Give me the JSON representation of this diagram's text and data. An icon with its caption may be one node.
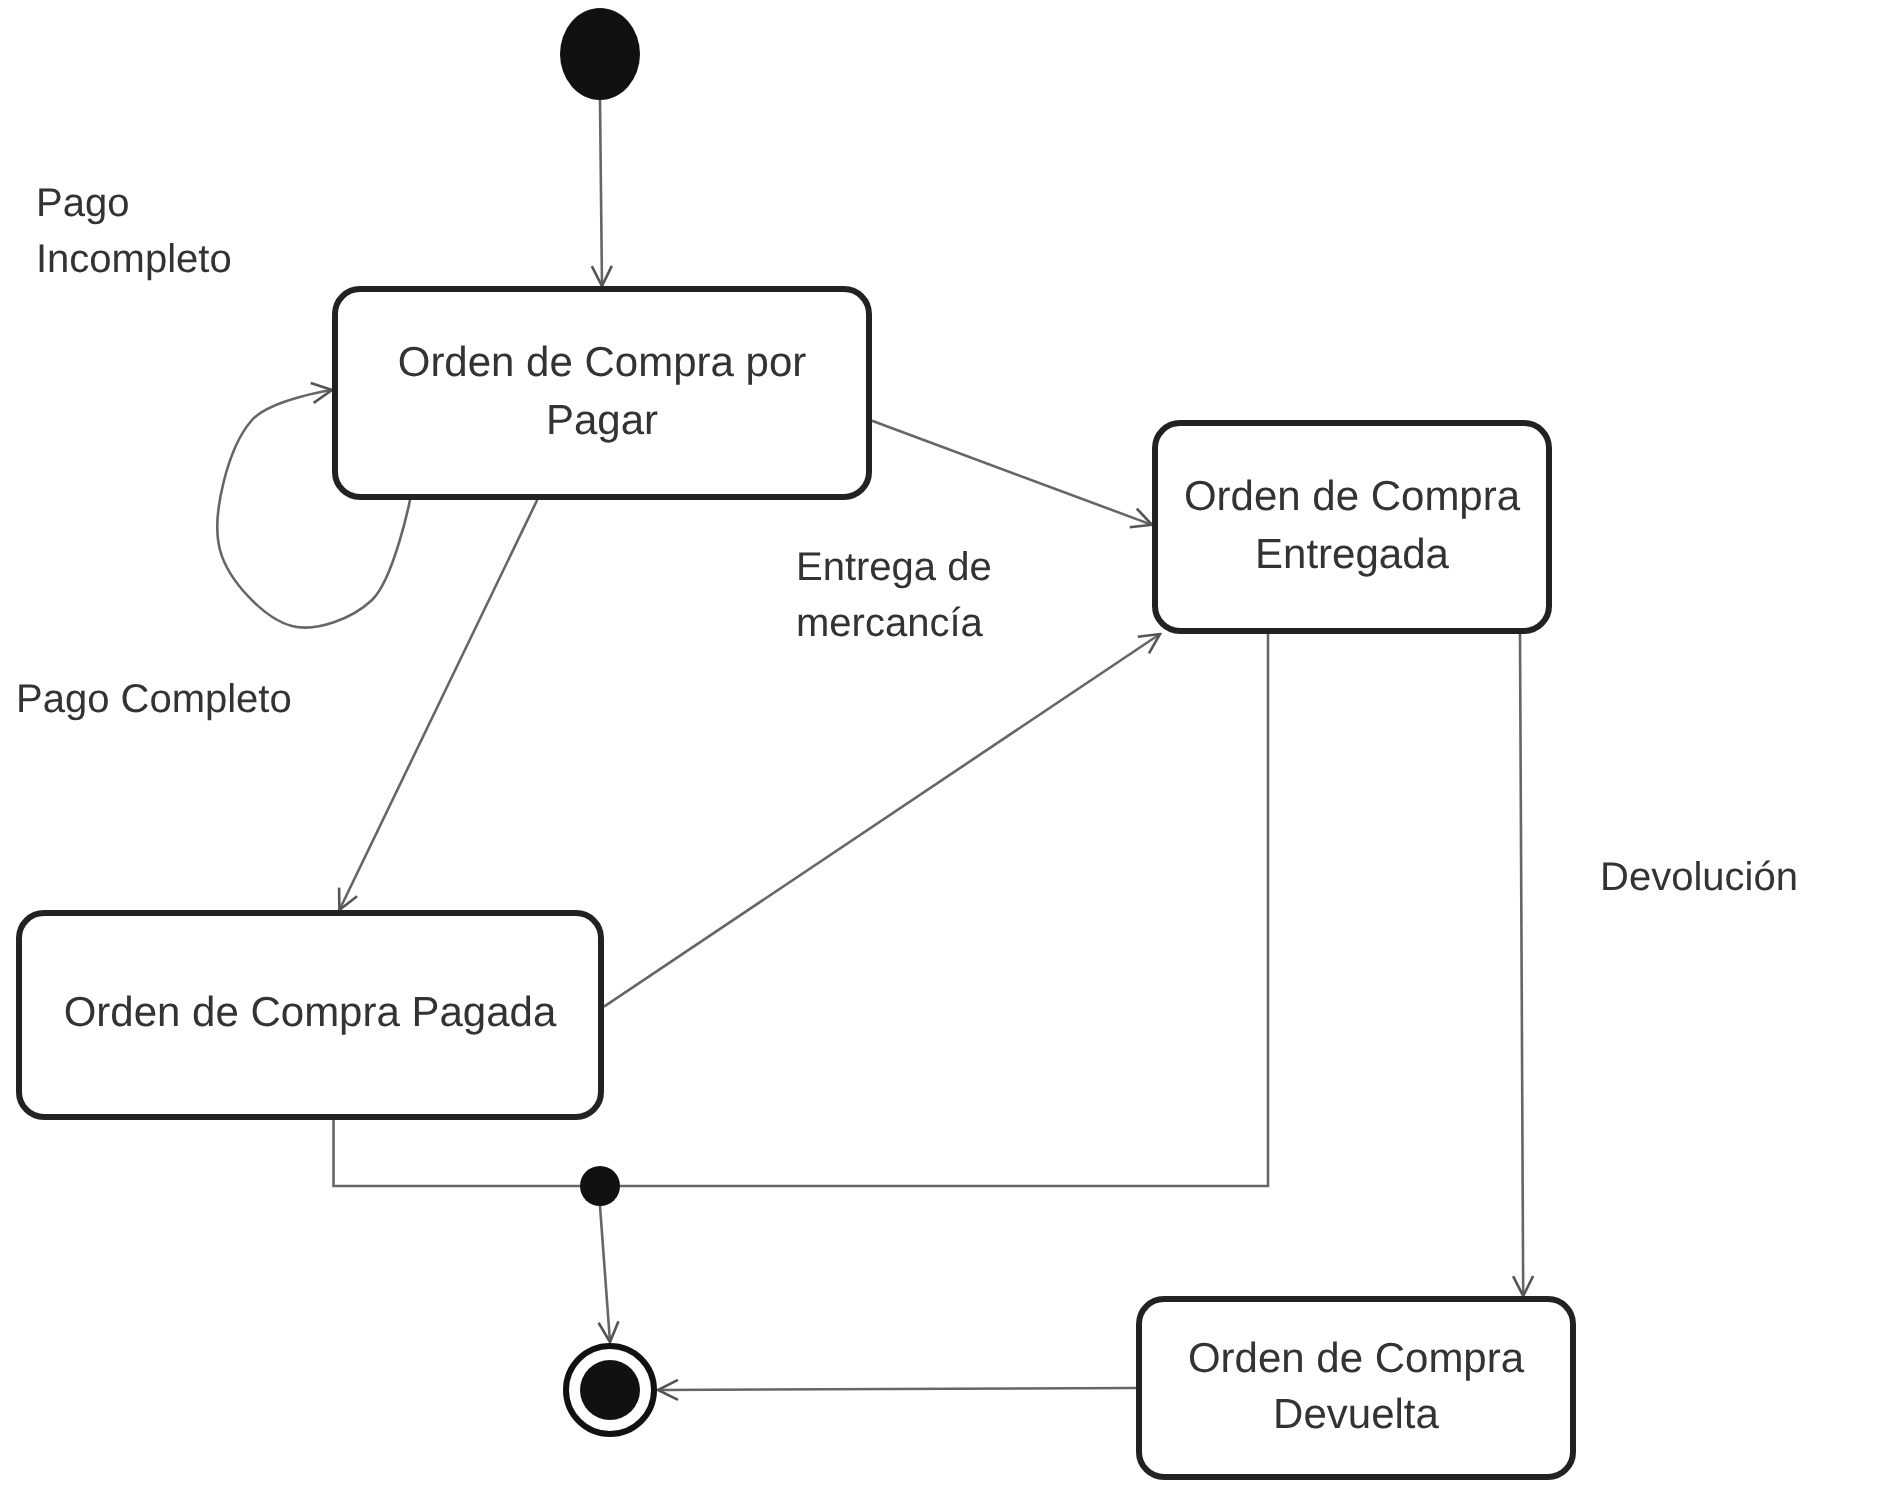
{
  "diagram": {
    "nodes": [
      {
        "text": [],
        "shape": "circle"
      },
      {
        "text": [
          "Orden de Compra por Pagar"
        ]
      },
      {
        "text": [
          "Orden de Compra Entregada"
        ]
      },
      {
        "text": [
          "Orden de Compra Pagada"
        ]
      },
      {
        "text": [],
        "shape": "circle"
      },
      {
        "text": [],
        "shape": "circle"
      },
      {
        "text": [
          "Orden de Compra Devuelta"
        ]
      }
    ],
    "edges": [
      {
        "from": 0,
        "to": 1,
        "arrow": "to"
      },
      {
        "from": 1,
        "to": 1,
        "arrow": "to",
        "label": "Pago Incompleto"
      },
      {
        "from": 1,
        "to": 2,
        "arrow": "to",
        "label": "Entrega de mercancía"
      },
      {
        "from": 1,
        "to": 3,
        "arrow": "to",
        "label": "Pago Completo"
      },
      {
        "from": 3,
        "to": 2,
        "arrow": "to"
      },
      {
        "from": 3,
        "to": 4,
        "arrow": "none"
      },
      {
        "from": 2,
        "to": 4,
        "arrow": "none"
      },
      {
        "from": 4,
        "to": 5,
        "arrow": "to"
      },
      {
        "from": 2,
        "to": 6,
        "arrow": "to",
        "label": "Devolución"
      },
      {
        "from": 6,
        "to": 5,
        "arrow": "to"
      }
    ]
  }
}
